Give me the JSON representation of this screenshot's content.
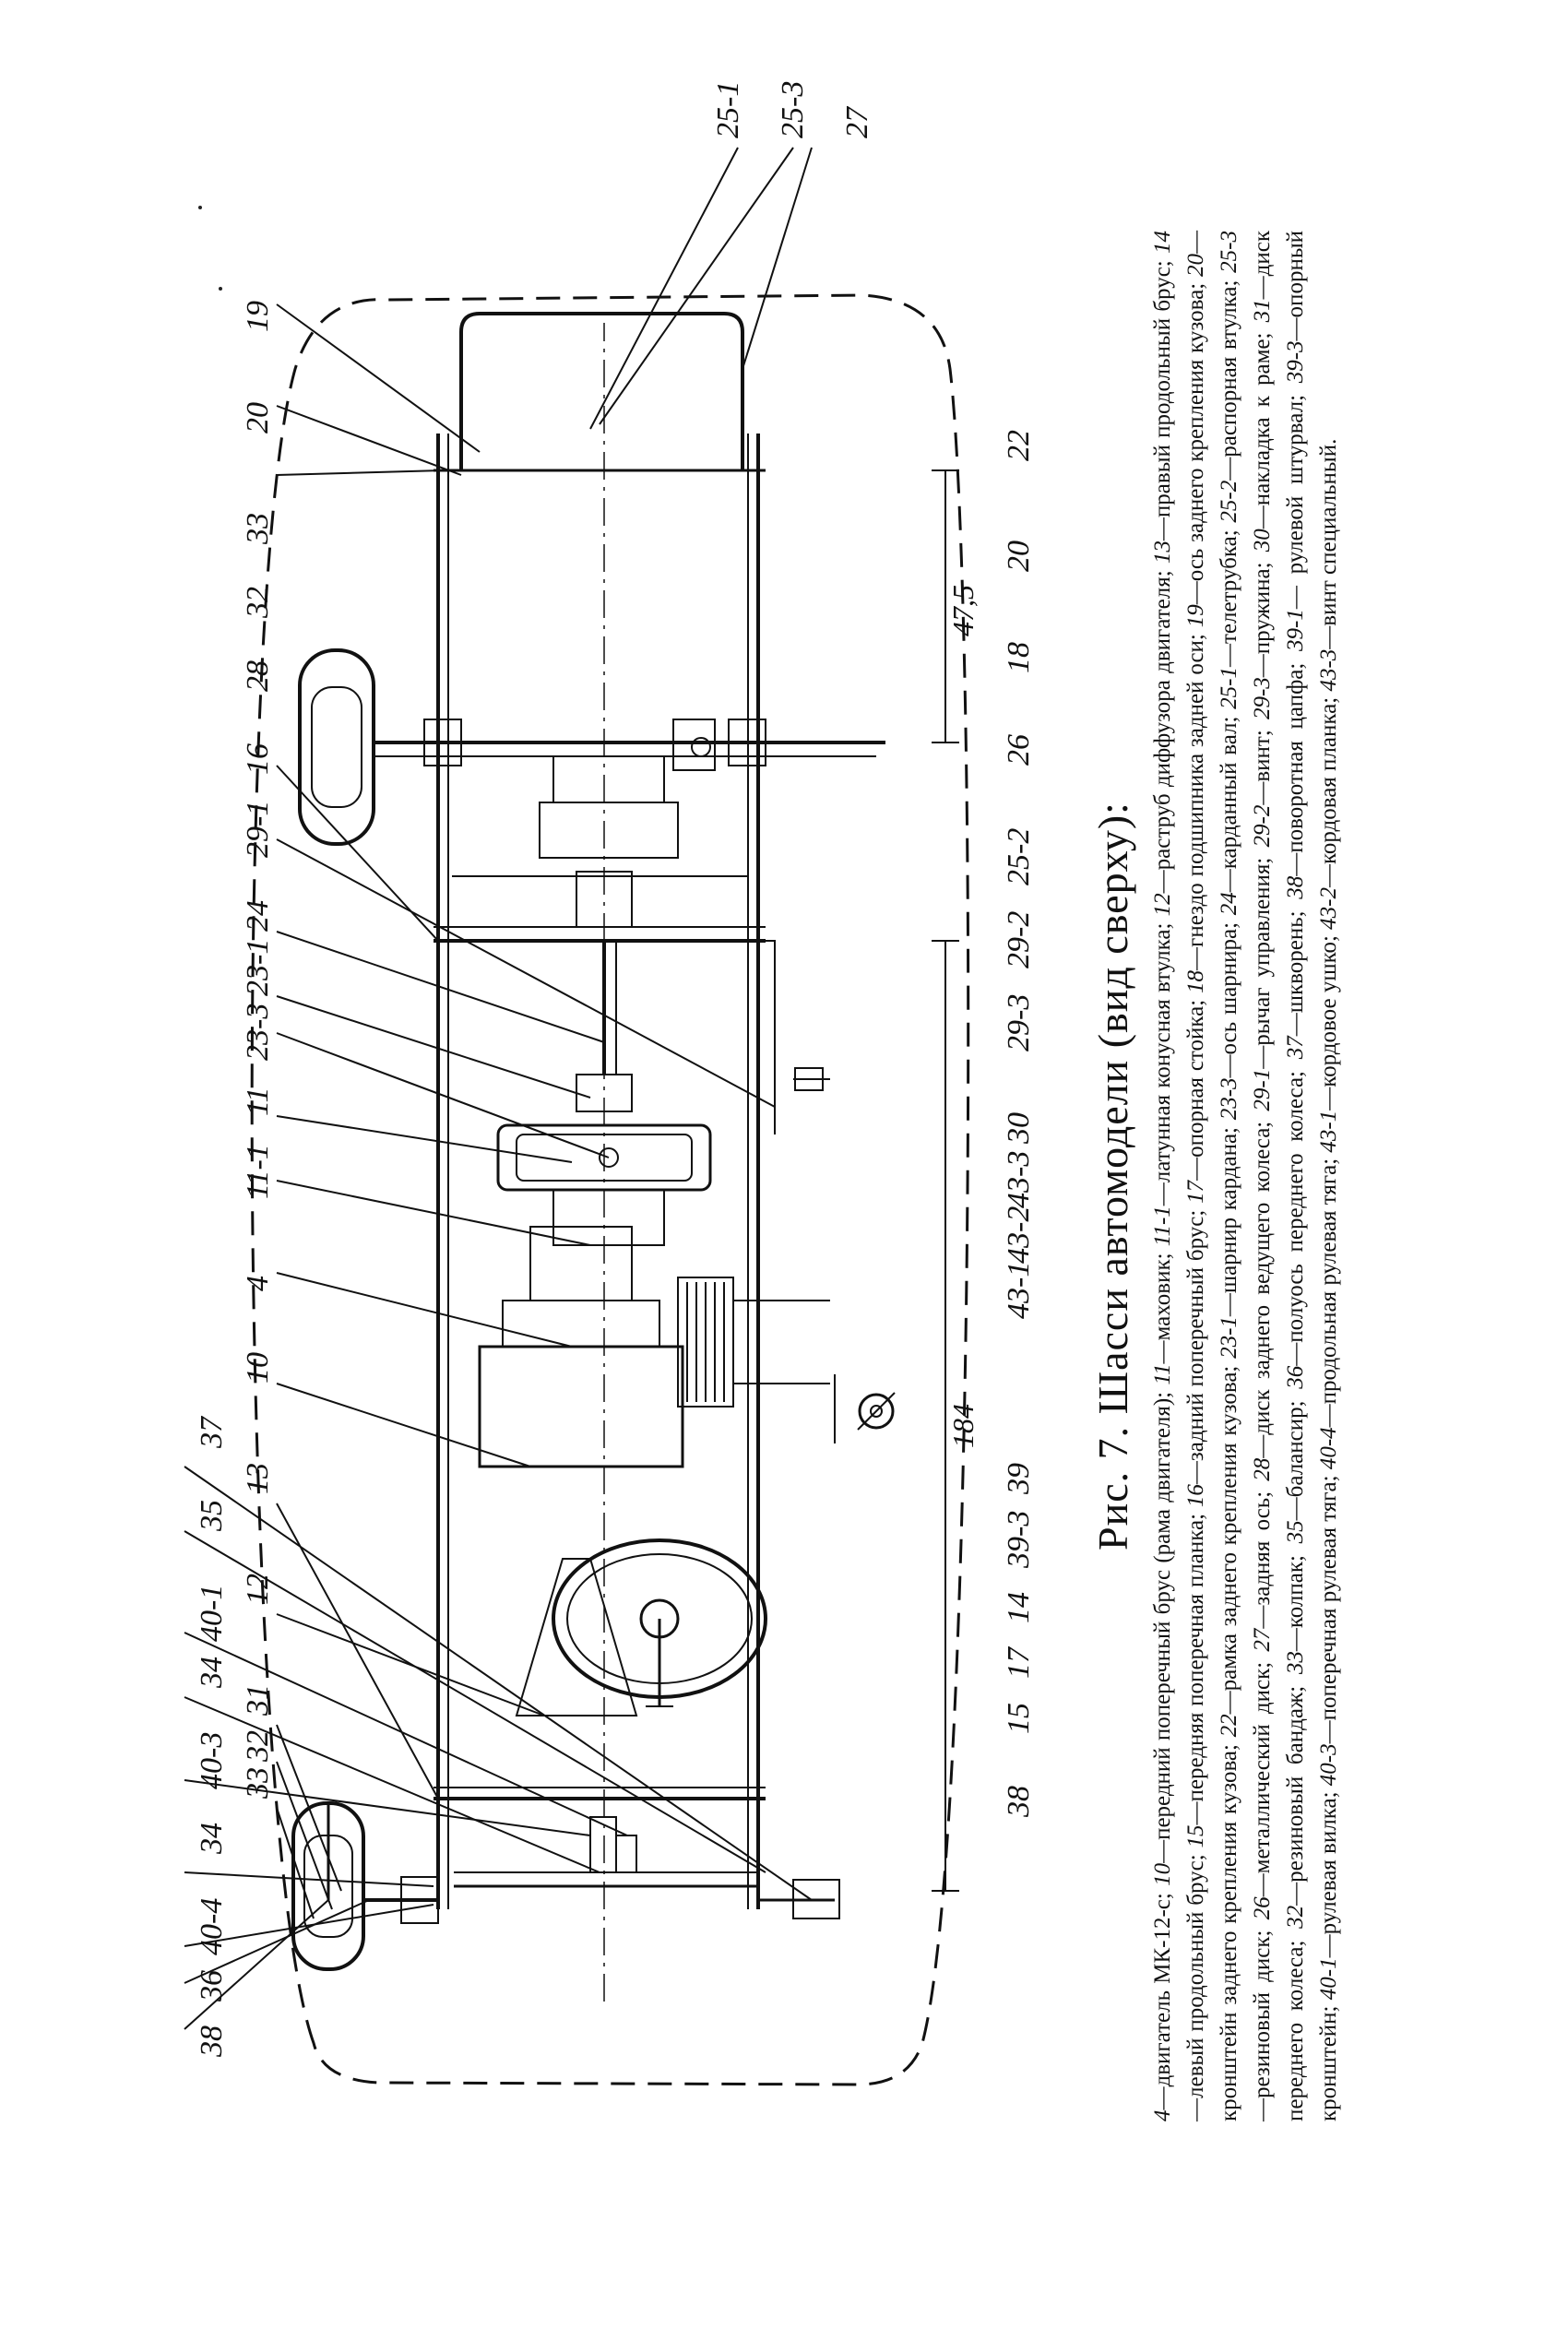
{
  "figure": {
    "title": "Рис. 7. Шасси автомодели (вид сверху):",
    "dimensions": {
      "d1": "47,5",
      "d2": "184"
    },
    "labels_top": [
      "38",
      "36",
      "40-4",
      "34",
      "40-3",
      "34",
      "40-1",
      "35",
      "37"
    ],
    "labels_left": [
      "33",
      "32",
      "31",
      "12",
      "13",
      "10",
      "4",
      "11-1",
      "11",
      "23-3",
      "23-1",
      "24",
      "29-1",
      "16",
      "28",
      "32",
      "33",
      "20",
      "19"
    ],
    "labels_right": [
      "38",
      "15",
      "17",
      "14",
      "39-3",
      "39",
      "43-1",
      "43-2",
      "43-3",
      "30",
      "29-3",
      "29-2",
      "25-2",
      "26",
      "18",
      "20",
      "22"
    ],
    "labels_bottom": [
      "25-1",
      "25-3",
      "27"
    ],
    "legend": [
      {
        "n": "4",
        "t": "—двигатель МК-12-с;"
      },
      {
        "n": "10",
        "t": "—передний поперечный брус (рама двигателя);"
      },
      {
        "n": "11",
        "t": "—маховик;"
      },
      {
        "n": "11-1",
        "t": "—латунная конусная втулка;"
      },
      {
        "n": "12",
        "t": "—раструб диффузора двигателя;"
      },
      {
        "n": "13",
        "t": "—правый продольный брус;"
      },
      {
        "n": "14",
        "t": "—левый продольный брус;"
      },
      {
        "n": "15",
        "t": "—передняя поперечная планка;"
      },
      {
        "n": "16",
        "t": "—задний поперечный брус;"
      },
      {
        "n": "17",
        "t": "—опорная стойка;"
      },
      {
        "n": "18",
        "t": "—гнездо подшипника задней оси;"
      },
      {
        "n": "19",
        "t": "—ось заднего крепления кузова;"
      },
      {
        "n": "20",
        "t": "—кронштейн заднего крепления кузова;"
      },
      {
        "n": "22",
        "t": "—рамка заднего крепления кузова;"
      },
      {
        "n": "23-1",
        "t": "—шарнир кардана;"
      },
      {
        "n": "23-3",
        "t": "—ось шарнира;"
      },
      {
        "n": "24",
        "t": "—карданный вал;"
      },
      {
        "n": "25-1",
        "t": "—телетрубка;"
      },
      {
        "n": "25-2",
        "t": "—распорная втулка;"
      },
      {
        "n": "25-3",
        "t": "—резиновый диск;"
      },
      {
        "n": "26",
        "t": "—металлический диск;"
      },
      {
        "n": "27",
        "t": "—задняя ось;"
      },
      {
        "n": "28",
        "t": "—диск заднего ведущего колеса;"
      },
      {
        "n": "29-1",
        "t": "—рычаг управления;"
      },
      {
        "n": "29-2",
        "t": "—винт;"
      },
      {
        "n": "29-3",
        "t": "—пружина;"
      },
      {
        "n": "30",
        "t": "—накладка к раме;"
      },
      {
        "n": "31",
        "t": "—диск переднего колеса;"
      },
      {
        "n": "32",
        "t": "—резиновый бандаж;"
      },
      {
        "n": "33",
        "t": "—колпак;"
      },
      {
        "n": "35",
        "t": "—балансир;"
      },
      {
        "n": "36",
        "t": "—полуось переднего колеса;"
      },
      {
        "n": "37",
        "t": "—шкворень;"
      },
      {
        "n": "38",
        "t": "—поворотная цапфа;"
      },
      {
        "n": "39-1",
        "t": "— рулевой штурвал;"
      },
      {
        "n": "39-3",
        "t": "—опорный кронштейн;"
      },
      {
        "n": "40-1",
        "t": "—рулевая вилка;"
      },
      {
        "n": "40-3",
        "t": "—поперечная рулевая тяга;"
      },
      {
        "n": "40-4",
        "t": "—продольная рулевая тяга;"
      },
      {
        "n": "43-1",
        "t": "—кордовое ушко;"
      },
      {
        "n": "43-2",
        "t": "—кордовая планка;"
      },
      {
        "n": "43-3",
        "t": "—винт специальный."
      }
    ]
  }
}
